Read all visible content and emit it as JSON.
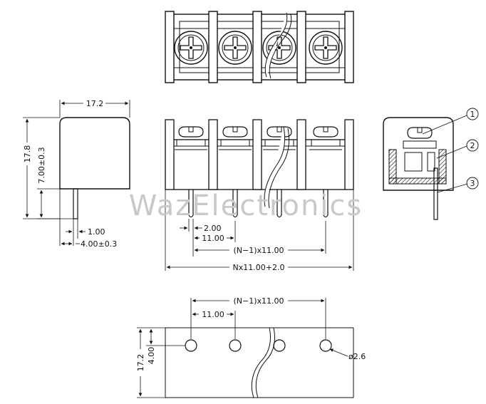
{
  "watermark": "WazElectronics",
  "side_view": {
    "width": "17.2",
    "height": "17.8",
    "pin_length": "7.00±0.3",
    "pin_width": "1.00",
    "pin_offset": "4.00±0.3"
  },
  "front_view": {
    "pin_width": "2.00",
    "pitch": "11.00",
    "span": "(N−1)x11.00",
    "total": "Nx11.00+2.0"
  },
  "pcb_view": {
    "span": "(N−1)x11.00",
    "pitch": "11.00",
    "height": "17.2",
    "hole_offset": "4.00",
    "hole_diameter": "ø2.6"
  },
  "callouts": [
    "1",
    "2",
    "3"
  ]
}
